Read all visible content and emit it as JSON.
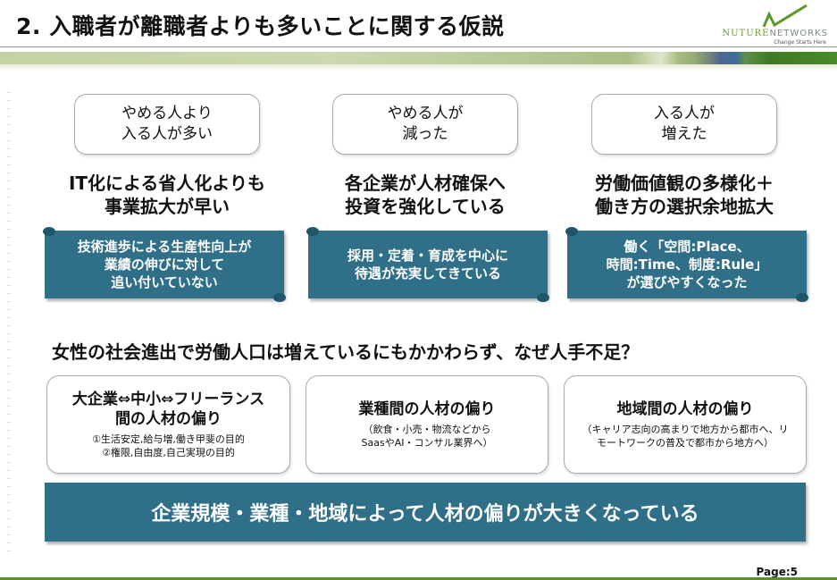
{
  "title": "2. 入職者が離職者よりも多いことに関する仮説",
  "logo": {
    "brand_a": "NUTURE",
    "brand_b": "NETWORKS",
    "tagline": "Change Starts Here"
  },
  "columns": [
    {
      "box": [
        "やめる人より",
        "入る人が多い"
      ],
      "heading": [
        "IT化による省人化よりも",
        "事業拡大が早い"
      ],
      "scroll": [
        "技術進歩による生産性向上が",
        "業績の伸びに対して",
        "追い付いていない"
      ]
    },
    {
      "box": [
        "やめる人が",
        "減った"
      ],
      "heading": [
        "各企業が人材確保へ",
        "投資を強化している"
      ],
      "scroll": [
        "採用・定着・育成を中心に",
        "待遇が充実してきている"
      ]
    },
    {
      "box": [
        "入る人が",
        "増えた"
      ],
      "heading": [
        "労働価値観の多様化＋",
        "働き方の選択余地拡大"
      ],
      "scroll": [
        "働く「空間:Place、",
        "時間:Time、制度:Rule」",
        "が選びやすくなった"
      ]
    }
  ],
  "question": "女性の社会進出で労働人口は増えているにもかかわらず、なぜ人手不足？",
  "bottom_boxes": [
    {
      "heading": [
        "大企業⇔中小⇔フリーランス",
        "間の人材の偏り"
      ],
      "sub": [
        "①生活安定,給与増,働き甲斐の目的",
        "②権限,自由度,自己実現の目的"
      ]
    },
    {
      "heading": [
        "業種間の人材の偏り"
      ],
      "sub": [
        "（飲食・小売・物流などから",
        "SaasやAI・コンサル業界へ）"
      ]
    },
    {
      "heading": [
        "地域間の人材の偏り"
      ],
      "sub": [
        "（キャリア志向の高まりで地方から都市へ、リ",
        "モートワークの普及で都市から地方へ）"
      ]
    }
  ],
  "conclusion": "企業規模・業種・地域によって人材の偏りが大きくなっている",
  "page": "Page:5"
}
